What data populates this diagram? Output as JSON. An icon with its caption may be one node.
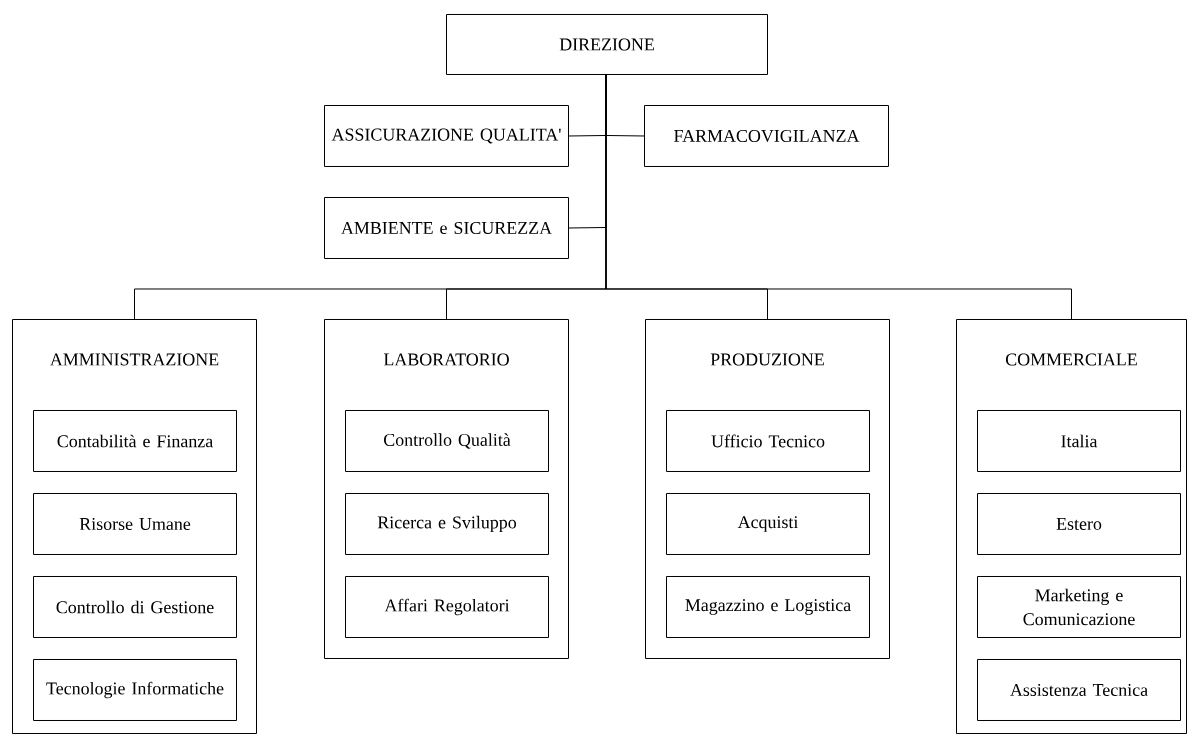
{
  "diagram": {
    "nodes": [
      {
        "text": [
          "DIREZIONE"
        ]
      },
      {
        "text": [
          "ASSICURAZIONE QUALITA'"
        ]
      },
      {
        "text": [
          "FARMACOVIGILANZA"
        ]
      },
      {
        "text": [
          "AMBIENTE e SICUREZZA"
        ]
      },
      {
        "text": [
          "AMMINISTRAZIONE"
        ]
      },
      {
        "text": [
          "Contabilità e Finanza"
        ],
        "in": 4
      },
      {
        "text": [
          "Risorse Umane"
        ],
        "in": 4
      },
      {
        "text": [
          "Controllo di Gestione"
        ],
        "in": 4
      },
      {
        "text": [
          "Tecnologie Informatiche"
        ],
        "in": 4
      },
      {
        "text": [
          "LABORATORIO"
        ]
      },
      {
        "text": [
          "Controllo Qualità"
        ],
        "in": 9
      },
      {
        "text": [
          "Ricerca e Sviluppo"
        ],
        "in": 9
      },
      {
        "text": [
          "Affari Regolatori"
        ],
        "in": 9
      },
      {
        "text": [
          "PRODUZIONE"
        ]
      },
      {
        "text": [
          "Ufficio Tecnico"
        ],
        "in": 13
      },
      {
        "text": [
          "Acquisti"
        ],
        "in": 13
      },
      {
        "text": [
          "Magazzino e Logistica"
        ],
        "in": 13
      },
      {
        "text": [
          "COMMERCIALE"
        ]
      },
      {
        "text": [
          "Italia"
        ],
        "in": 17
      },
      {
        "text": [
          "Estero"
        ],
        "in": 17
      },
      {
        "text": [
          "Marketing e Comunicazione"
        ],
        "in": 17
      },
      {
        "text": [
          "Assistenza Tecnica"
        ],
        "in": 17
      }
    ],
    "edges": [
      {
        "from": 0,
        "to": 1,
        "arrow": "none"
      },
      {
        "from": 0,
        "to": 2,
        "arrow": "none"
      },
      {
        "from": 0,
        "to": 3,
        "arrow": "none"
      },
      {
        "from": 0,
        "to": 4,
        "arrow": "none"
      },
      {
        "from": 0,
        "to": 9,
        "arrow": "none"
      },
      {
        "from": 0,
        "to": 13,
        "arrow": "none"
      },
      {
        "from": 0,
        "to": 17,
        "arrow": "none"
      }
    ]
  }
}
